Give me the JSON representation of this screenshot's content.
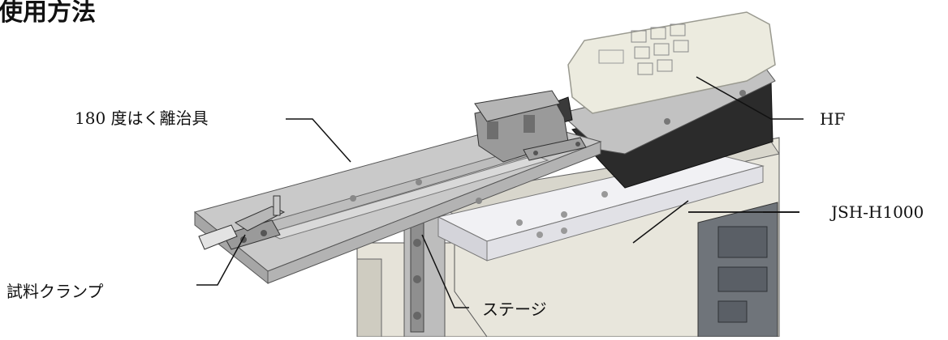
{
  "page": {
    "title": "使用方法"
  },
  "labels": {
    "peel_jig": "180 度はく離治具",
    "hf": "HF",
    "jsh": "JSH-H1000",
    "sample_clamp": "試料クランプ",
    "stage": "ステージ"
  },
  "colors": {
    "background": "#ffffff",
    "text": "#111111",
    "leader_line": "#111111",
    "jig_top": "#c9c9c9",
    "jig_side": "#a6a6a6",
    "stand_body": "#e6e3d9",
    "stand_shade": "#cfccc1",
    "gauge_body": "#ecebdf",
    "gauge_base": "#2b2b2b",
    "display_panel": "#6f747a"
  },
  "icons": {
    "title_glyph_prefix": "text-cut-off-at-left-edge"
  }
}
